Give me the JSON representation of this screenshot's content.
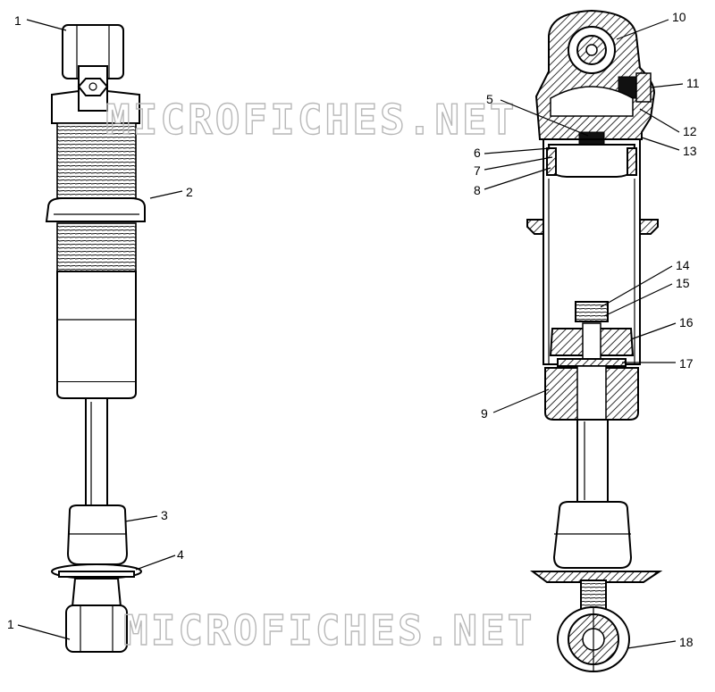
{
  "watermark": {
    "text": "MICROFICHES.NET"
  },
  "callouts": {
    "c1a": "1",
    "c1b": "1",
    "c2": "2",
    "c3": "3",
    "c4": "4",
    "c5": "5",
    "c6": "6",
    "c7": "7",
    "c8": "8",
    "c9": "9",
    "c10": "10",
    "c11": "11",
    "c12": "12",
    "c13": "13",
    "c14": "14",
    "c15": "15",
    "c16": "16",
    "c17": "17",
    "c18": "18"
  }
}
